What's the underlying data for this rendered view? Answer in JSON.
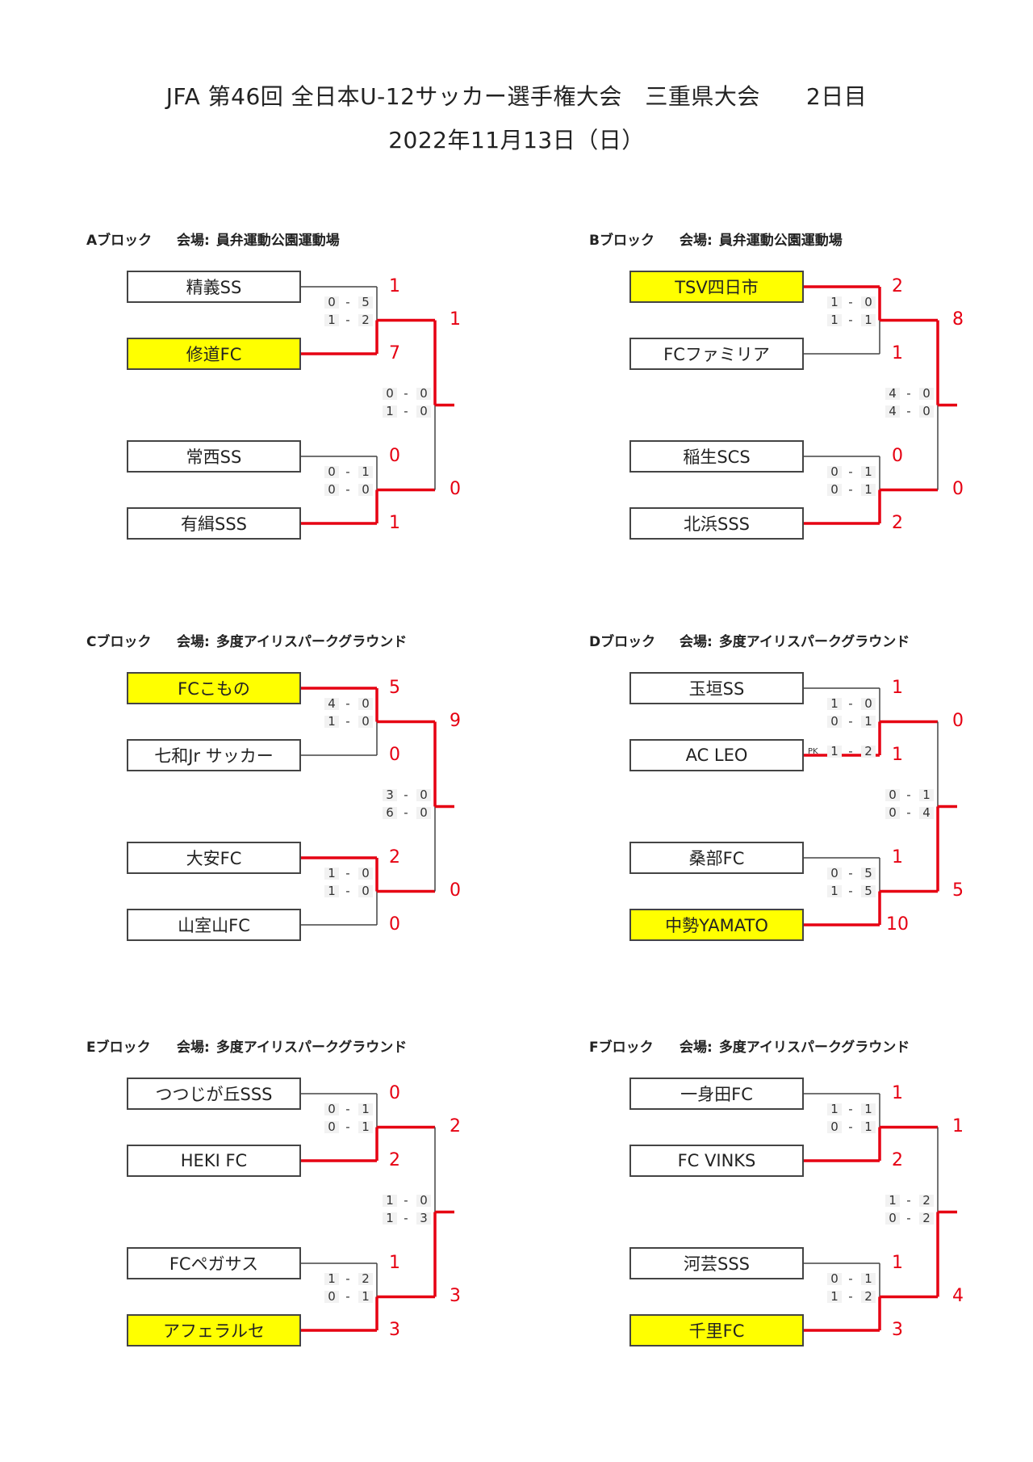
{
  "header": {
    "title": "JFA 第46回 全日本U-12サッカー選手権大会　三重県大会　　2日目",
    "subtitle": "2022年11月13日（日）"
  },
  "colors": {
    "winner_fill": "#ffff00",
    "win_line": "#e60012",
    "lose_line": "#444444"
  },
  "blocks": [
    {
      "name": "Aブロック",
      "venue_label": "会場:",
      "venue": "員弁運動公園運動場",
      "teams": [
        {
          "name": "精義SS",
          "highlight": false
        },
        {
          "name": "修道FC",
          "highlight": true
        },
        {
          "name": "常西SS",
          "highlight": false
        },
        {
          "name": "有緝SSS",
          "highlight": false
        }
      ],
      "semis": [
        {
          "scores": [
            "1",
            "7"
          ],
          "top_halves": [
            "0",
            "5"
          ],
          "bottom_halves": [
            "1",
            "2"
          ],
          "winner": 1,
          "pk": ""
        },
        {
          "scores": [
            "0",
            "1"
          ],
          "top_halves": [
            "0",
            "1"
          ],
          "bottom_halves": [
            "0",
            "0"
          ],
          "winner": 1,
          "pk": ""
        }
      ],
      "final": {
        "scores": [
          "1",
          "0"
        ],
        "top_halves": [
          "0",
          "0"
        ],
        "bottom_halves": [
          "1",
          "0"
        ],
        "winner": 0
      }
    },
    {
      "name": "Bブロック",
      "venue_label": "会場:",
      "venue": "員弁運動公園運動場",
      "teams": [
        {
          "name": "TSV四日市",
          "highlight": true
        },
        {
          "name": "FCファミリア",
          "highlight": false
        },
        {
          "name": "稲生SCS",
          "highlight": false
        },
        {
          "name": "北浜SSS",
          "highlight": false
        }
      ],
      "semis": [
        {
          "scores": [
            "2",
            "1"
          ],
          "top_halves": [
            "1",
            "0"
          ],
          "bottom_halves": [
            "1",
            "1"
          ],
          "winner": 0,
          "pk": ""
        },
        {
          "scores": [
            "0",
            "2"
          ],
          "top_halves": [
            "0",
            "1"
          ],
          "bottom_halves": [
            "0",
            "1"
          ],
          "winner": 1,
          "pk": ""
        }
      ],
      "final": {
        "scores": [
          "8",
          "0"
        ],
        "top_halves": [
          "4",
          "0"
        ],
        "bottom_halves": [
          "4",
          "0"
        ],
        "winner": 0
      }
    },
    {
      "name": "Cブロック",
      "venue_label": "会場:",
      "venue": "多度アイリスパークグラウンド",
      "teams": [
        {
          "name": "FCこもの",
          "highlight": true
        },
        {
          "name": "七和Jr サッカー",
          "highlight": false
        },
        {
          "name": "大安FC",
          "highlight": false
        },
        {
          "name": "山室山FC",
          "highlight": false
        }
      ],
      "semis": [
        {
          "scores": [
            "5",
            "0"
          ],
          "top_halves": [
            "4",
            "0"
          ],
          "bottom_halves": [
            "1",
            "0"
          ],
          "winner": 0,
          "pk": ""
        },
        {
          "scores": [
            "2",
            "0"
          ],
          "top_halves": [
            "1",
            "0"
          ],
          "bottom_halves": [
            "1",
            "0"
          ],
          "winner": 0,
          "pk": ""
        }
      ],
      "final": {
        "scores": [
          "9",
          "0"
        ],
        "top_halves": [
          "3",
          "0"
        ],
        "bottom_halves": [
          "6",
          "0"
        ],
        "winner": 0
      }
    },
    {
      "name": "Dブロック",
      "venue_label": "会場:",
      "venue": "多度アイリスパークグラウンド",
      "teams": [
        {
          "name": "玉垣SS",
          "highlight": false
        },
        {
          "name": "AC LEO",
          "highlight": false
        },
        {
          "name": "桑部FC",
          "highlight": false
        },
        {
          "name": "中勢YAMATO",
          "highlight": true
        }
      ],
      "semis": [
        {
          "scores": [
            "1",
            "1"
          ],
          "top_halves": [
            "1",
            "0"
          ],
          "bottom_halves": [
            "0",
            "1"
          ],
          "winner": 1,
          "pk": "PK",
          "pk_score": [
            "1",
            "2"
          ]
        },
        {
          "scores": [
            "1",
            "10"
          ],
          "top_halves": [
            "0",
            "5"
          ],
          "bottom_halves": [
            "1",
            "5"
          ],
          "winner": 1,
          "pk": ""
        }
      ],
      "final": {
        "scores": [
          "0",
          "5"
        ],
        "top_halves": [
          "0",
          "1"
        ],
        "bottom_halves": [
          "0",
          "4"
        ],
        "winner": 1
      }
    },
    {
      "name": "Eブロック",
      "venue_label": "会場:",
      "venue": "多度アイリスパークグラウンド",
      "teams": [
        {
          "name": "つつじが丘SSS",
          "highlight": false
        },
        {
          "name": "HEKI FC",
          "highlight": false
        },
        {
          "name": "FCペガサス",
          "highlight": false
        },
        {
          "name": "アフェラルセ",
          "highlight": true
        }
      ],
      "semis": [
        {
          "scores": [
            "0",
            "2"
          ],
          "top_halves": [
            "0",
            "1"
          ],
          "bottom_halves": [
            "0",
            "1"
          ],
          "winner": 1,
          "pk": ""
        },
        {
          "scores": [
            "1",
            "3"
          ],
          "top_halves": [
            "1",
            "2"
          ],
          "bottom_halves": [
            "0",
            "1"
          ],
          "winner": 1,
          "pk": ""
        }
      ],
      "final": {
        "scores": [
          "2",
          "3"
        ],
        "top_halves": [
          "1",
          "0"
        ],
        "bottom_halves": [
          "1",
          "3"
        ],
        "winner": 1
      }
    },
    {
      "name": "Fブロック",
      "venue_label": "会場:",
      "venue": "多度アイリスパークグラウンド",
      "teams": [
        {
          "name": "一身田FC",
          "highlight": false
        },
        {
          "name": "FC VINKS",
          "highlight": false
        },
        {
          "name": "河芸SSS",
          "highlight": false
        },
        {
          "name": "千里FC",
          "highlight": true
        }
      ],
      "semis": [
        {
          "scores": [
            "1",
            "2"
          ],
          "top_halves": [
            "1",
            "1"
          ],
          "bottom_halves": [
            "0",
            "1"
          ],
          "winner": 1,
          "pk": ""
        },
        {
          "scores": [
            "1",
            "3"
          ],
          "top_halves": [
            "0",
            "1"
          ],
          "bottom_halves": [
            "1",
            "2"
          ],
          "winner": 1,
          "pk": ""
        }
      ],
      "final": {
        "scores": [
          "1",
          "4"
        ],
        "top_halves": [
          "1",
          "2"
        ],
        "bottom_halves": [
          "0",
          "2"
        ],
        "winner": 1
      }
    }
  ]
}
